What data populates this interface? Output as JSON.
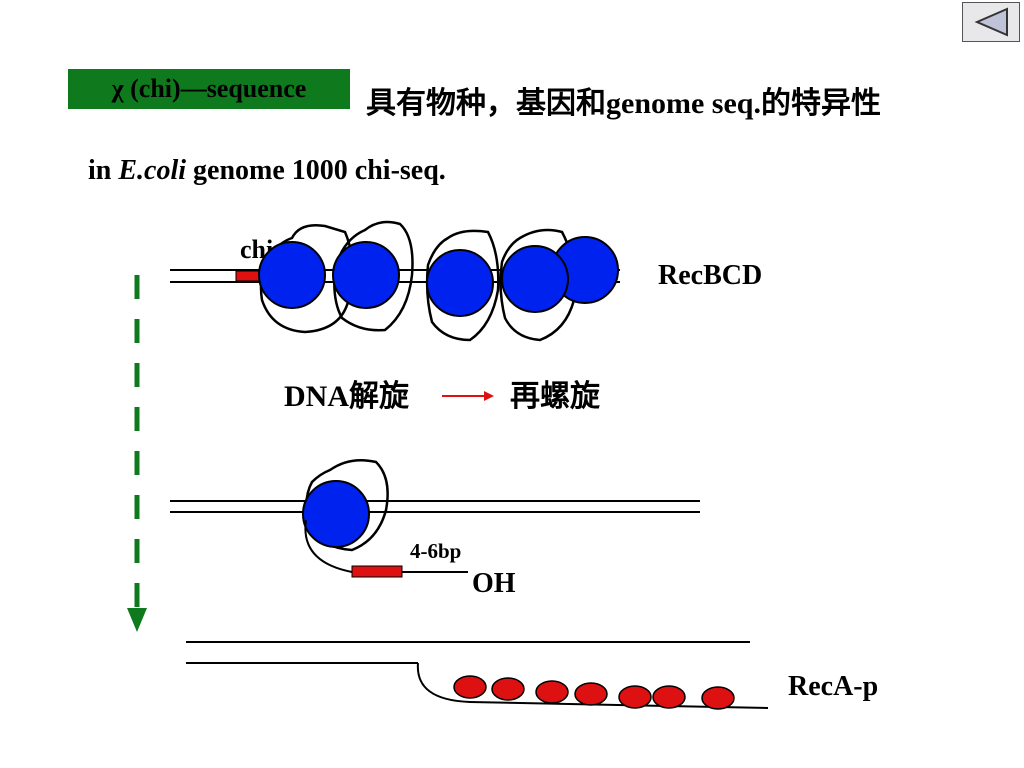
{
  "nav": {
    "back_icon": "triangle-left-icon"
  },
  "title": {
    "badge": "χ (chi)—sequence",
    "rest_prefix": "具有物种，基因和",
    "rest_bold": "genome seq.",
    "rest_suffix": "的特异性"
  },
  "line2": {
    "prefix": "in ",
    "species": "E.coli",
    "suffix": " genome  1000 chi-seq."
  },
  "diagram": {
    "chi_label": "chi",
    "recbcd_label": "RecBCD",
    "dna_unwind": "DNA解旋",
    "rewind": "再螺旋",
    "bp_label": "4-6bp",
    "oh_label": "OH",
    "reca_label": "RecA-p"
  },
  "colors": {
    "badge": "#0e7a1d",
    "protein_fill": "#0022ee",
    "chi_red": "#dd1111",
    "arrow_green": "#0e7a1d"
  }
}
